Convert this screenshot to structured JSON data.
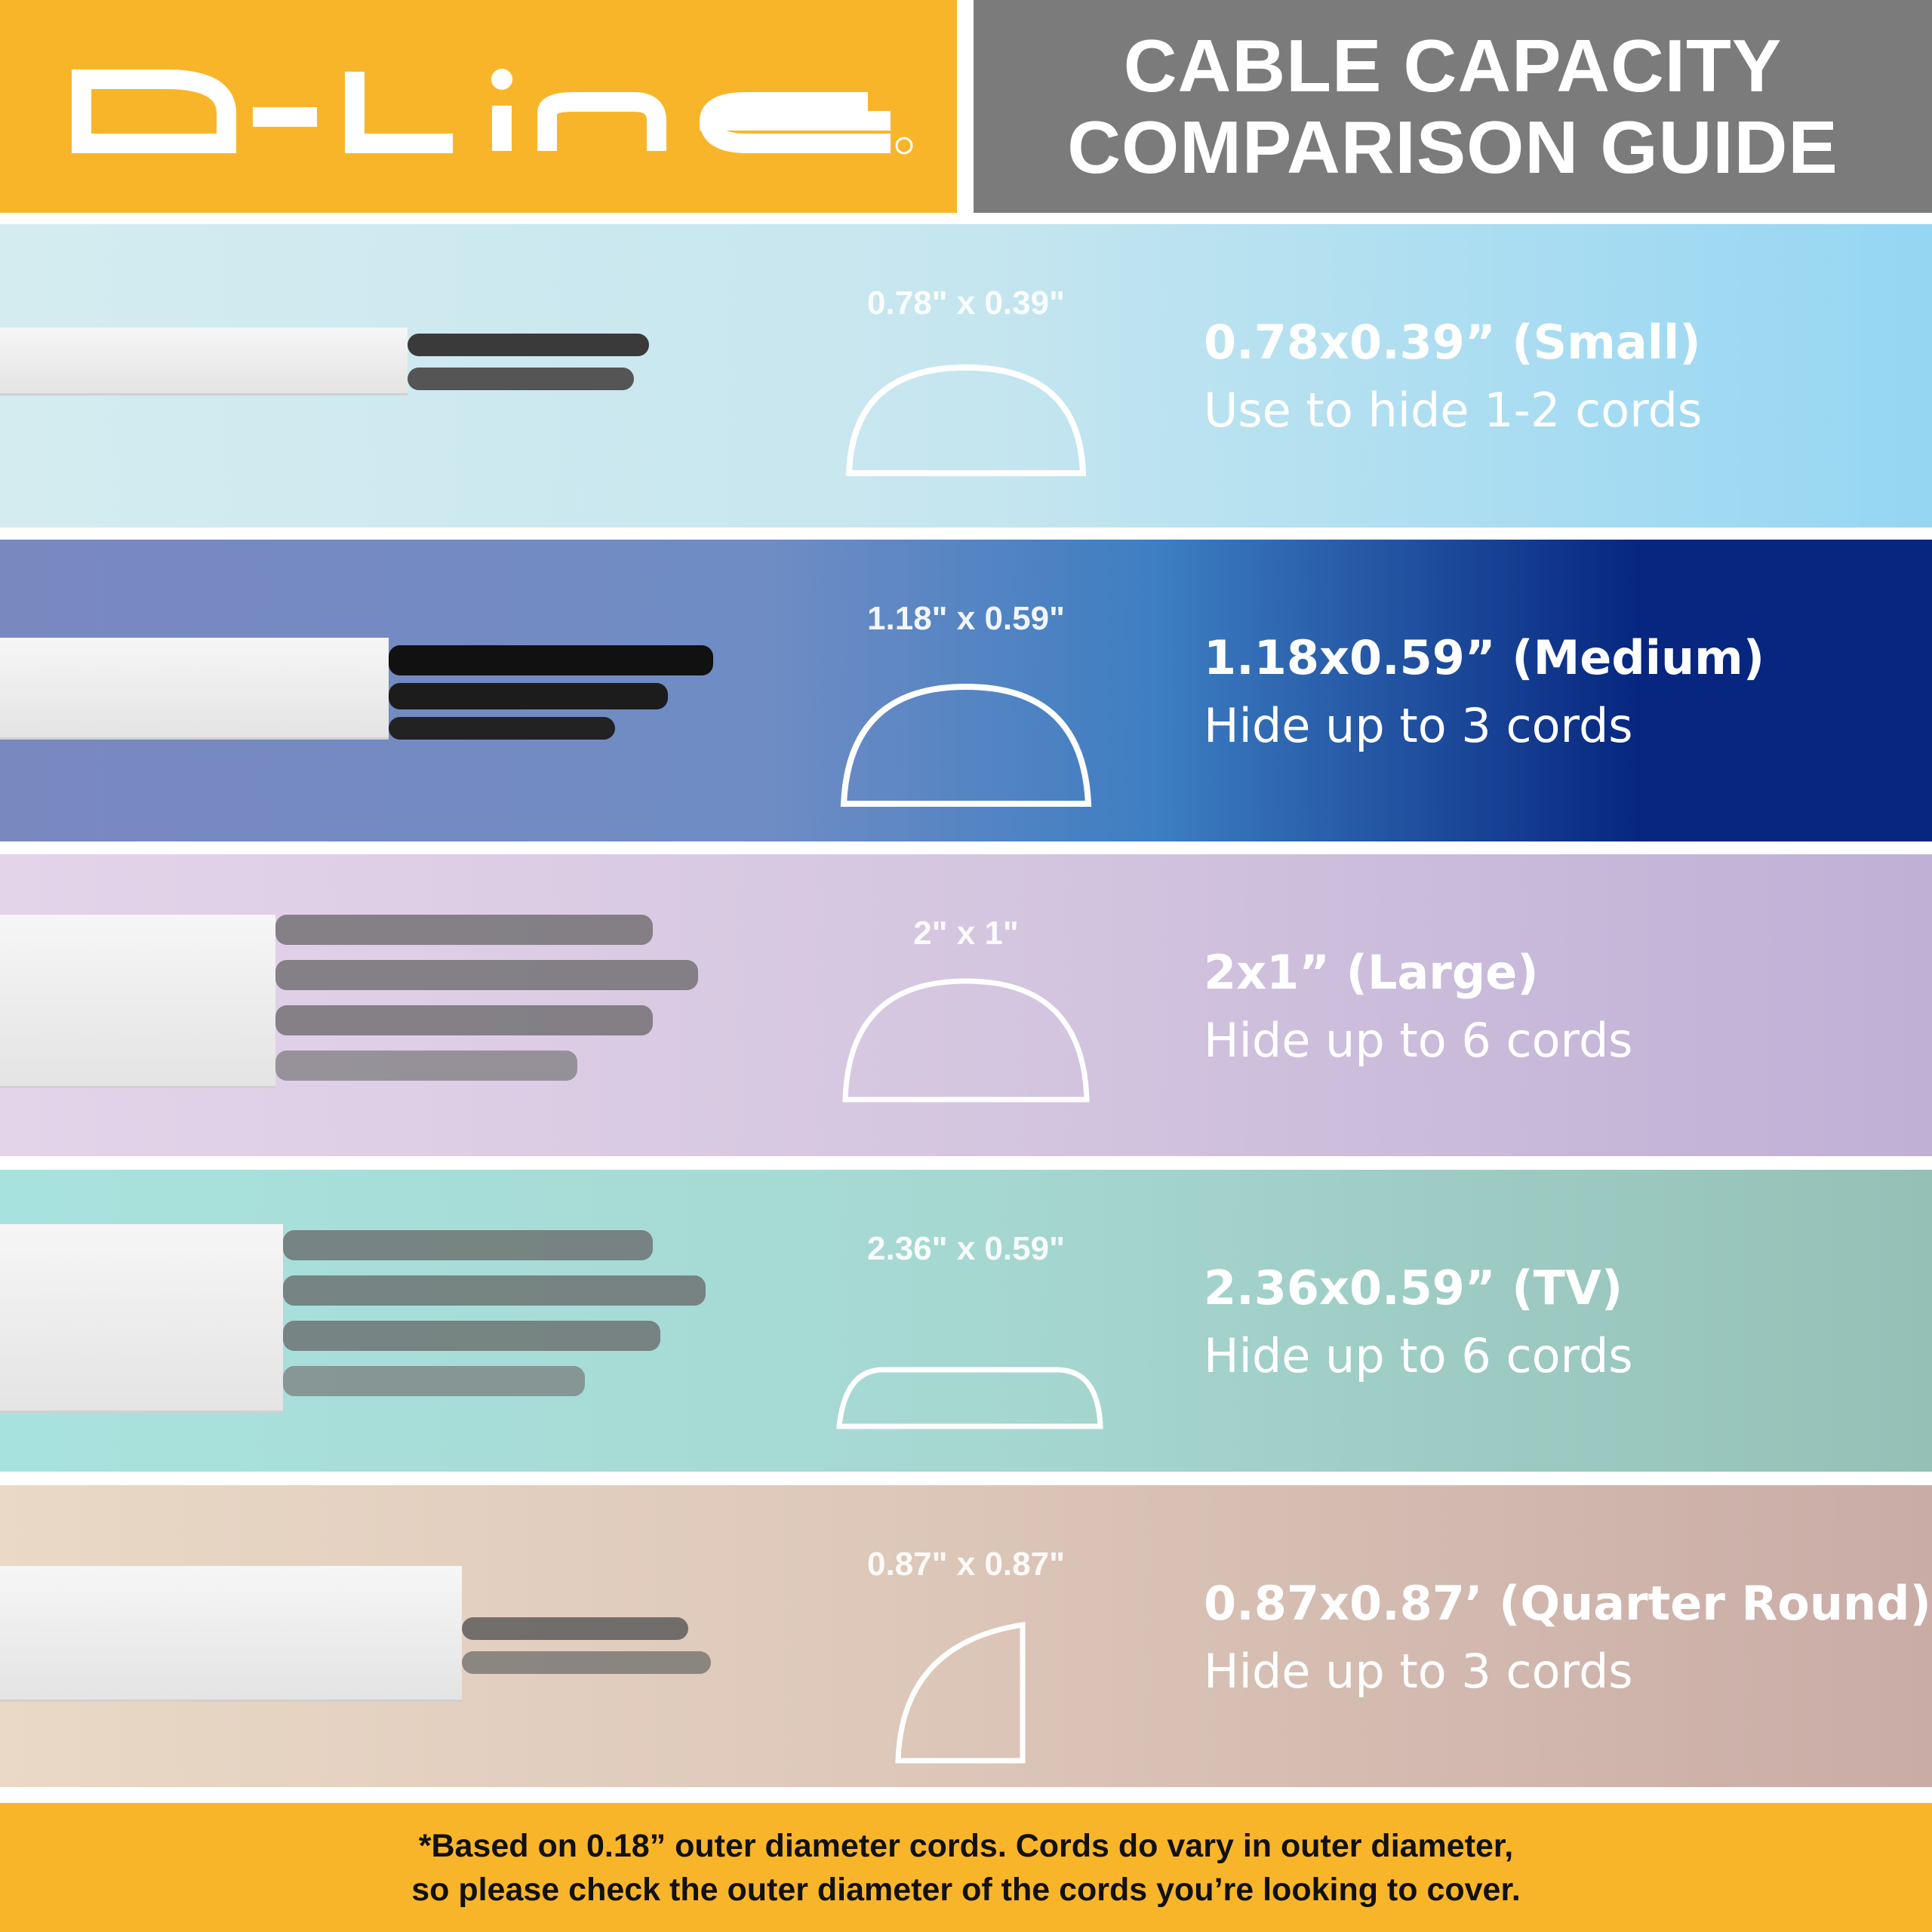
{
  "header": {
    "logo_text": "D-LINE",
    "title_line1": "CABLE CAPACITY",
    "title_line2": "COMPARISON GUIDE"
  },
  "colors": {
    "brand_yellow": "#f9b52a",
    "header_gray": "#7b7b7b"
  },
  "rows": [
    {
      "dimension": "0.78\" x 0.39\"",
      "title": "0.78x0.39” (Small)",
      "subtitle": "Use to hide 1-2 cords",
      "profile_icon": "half-round-small-icon",
      "colors": [
        "#d4ecf0",
        "#95d6f3"
      ]
    },
    {
      "dimension": "1.18\" x 0.59\"",
      "title": "1.18x0.59” (Medium)",
      "subtitle": "Hide up to 3 cords",
      "profile_icon": "half-round-medium-icon",
      "colors": [
        "#7a88c0",
        "#06267f"
      ]
    },
    {
      "dimension": "2\" x 1\"",
      "title": "2x1” (Large)",
      "subtitle": "Hide up to 6 cords",
      "profile_icon": "half-round-large-icon",
      "colors": [
        "#e4d4ea",
        "#bfb0d6"
      ]
    },
    {
      "dimension": "2.36\" x 0.59\"",
      "title": "2.36x0.59” (TV)",
      "subtitle": "Hide up to 6 cords",
      "profile_icon": "flat-tv-icon",
      "colors": [
        "#a8e2de",
        "#95c0b6"
      ]
    },
    {
      "dimension": "0.87\" x 0.87\"",
      "title": "0.87x0.87’ (Quarter Round)",
      "subtitle": "Hide up to 3 cords",
      "profile_icon": "quarter-round-icon",
      "colors": [
        "#ead9c7",
        "#c9aca6"
      ]
    }
  ],
  "footer": {
    "line1": "*Based on 0.18” outer diameter cords. Cords do vary in outer diameter,",
    "line2": "so please check the outer diameter of the cords you’re looking to cover."
  }
}
